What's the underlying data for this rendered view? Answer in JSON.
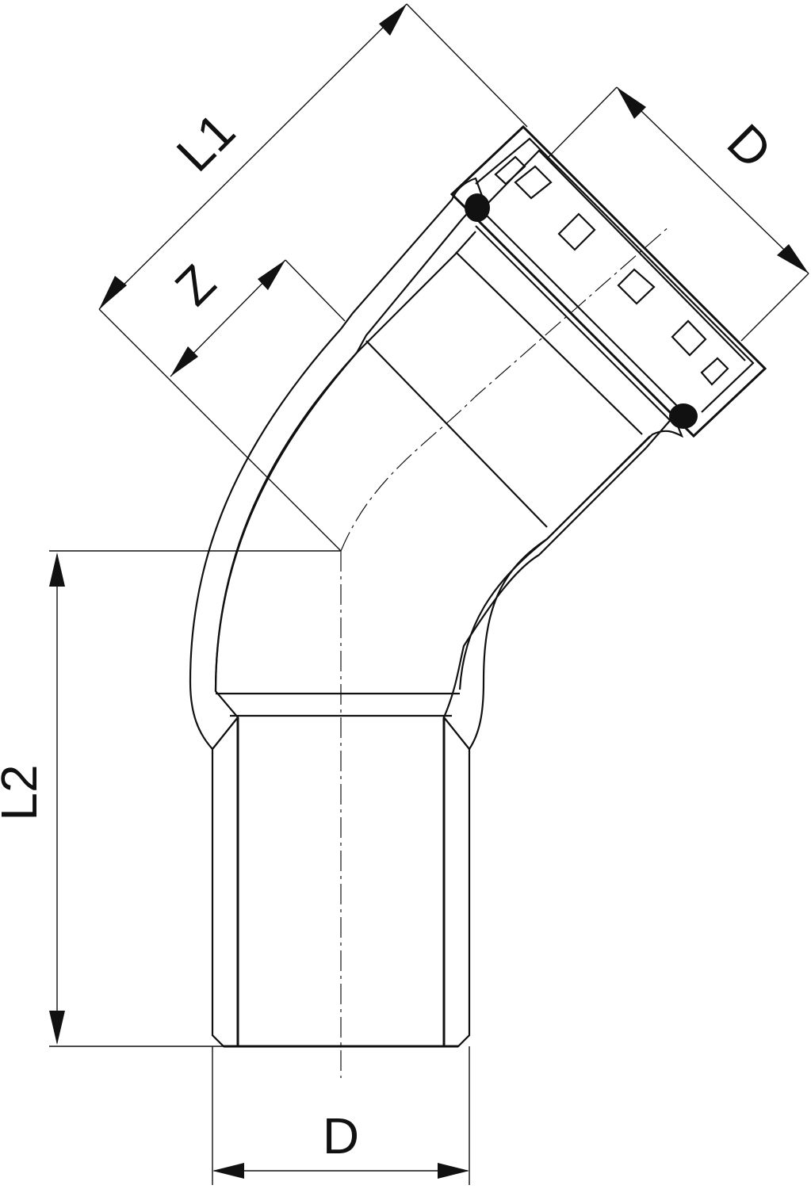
{
  "labels": {
    "l1": "L1",
    "z": "Z",
    "d_top": "D",
    "l2": "L2",
    "d_bottom": "D"
  },
  "colors": {
    "line": "#111111",
    "background": "#ffffff"
  }
}
